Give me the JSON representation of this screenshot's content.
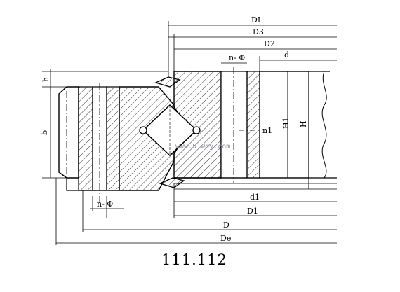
{
  "labels": {
    "DL": "DL",
    "D3": "D3",
    "D2": "D2",
    "d": "d",
    "n_phi_top": "n- Φ",
    "h": "h",
    "b": "b",
    "H1": "H1",
    "H": "H",
    "n1": "n1",
    "d1": "d1",
    "D1": "D1",
    "n_phi_bottom": "n- Φ",
    "D": "D",
    "De": "De"
  },
  "watermark": "www.51wdy.com",
  "model_number": "111.112"
}
